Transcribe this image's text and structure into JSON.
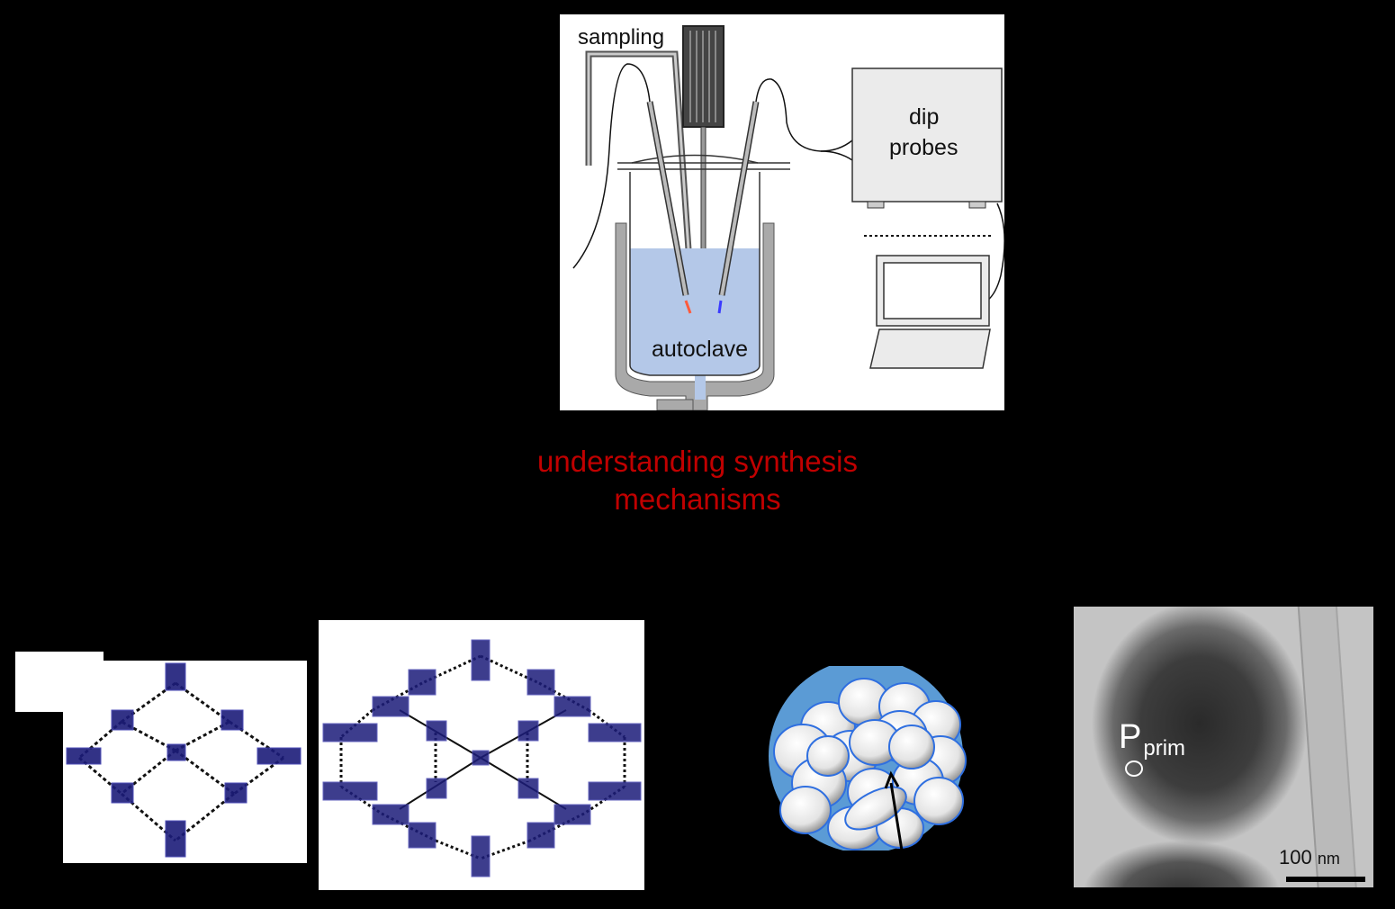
{
  "setup_diagram": {
    "labels": {
      "sampling": "sampling",
      "dip_probes_line1": "dip",
      "dip_probes_line2": "probes",
      "autoclave": "autoclave"
    },
    "colors": {
      "liquid": "#b4c8e8",
      "jacket": "#a9a9a9",
      "probe_red": "#ff5a3c",
      "probe_blue": "#3a3aff"
    }
  },
  "caption": {
    "line1": "understanding synthesis",
    "line2": "mechanisms",
    "color": "#c00000"
  },
  "mof_structures": [
    {
      "name": "mof-framework-square",
      "node_color": "#1c1c7a",
      "linker_color": "#111111",
      "oxygen_color": "#e01010"
    },
    {
      "name": "mof-framework-hexagonal",
      "node_color": "#1c1c7a",
      "linker_color": "#111111",
      "oxygen_color": "#c8602a"
    }
  ],
  "particle_schematic": {
    "shell_color": "#5b9bd5",
    "sphere_color": "#e8e8e8",
    "sphere_outline": "#2f6fe0"
  },
  "tem_image": {
    "label_main": "P",
    "label_sub": "prim",
    "scale_value": "100",
    "scale_unit": "nm"
  }
}
